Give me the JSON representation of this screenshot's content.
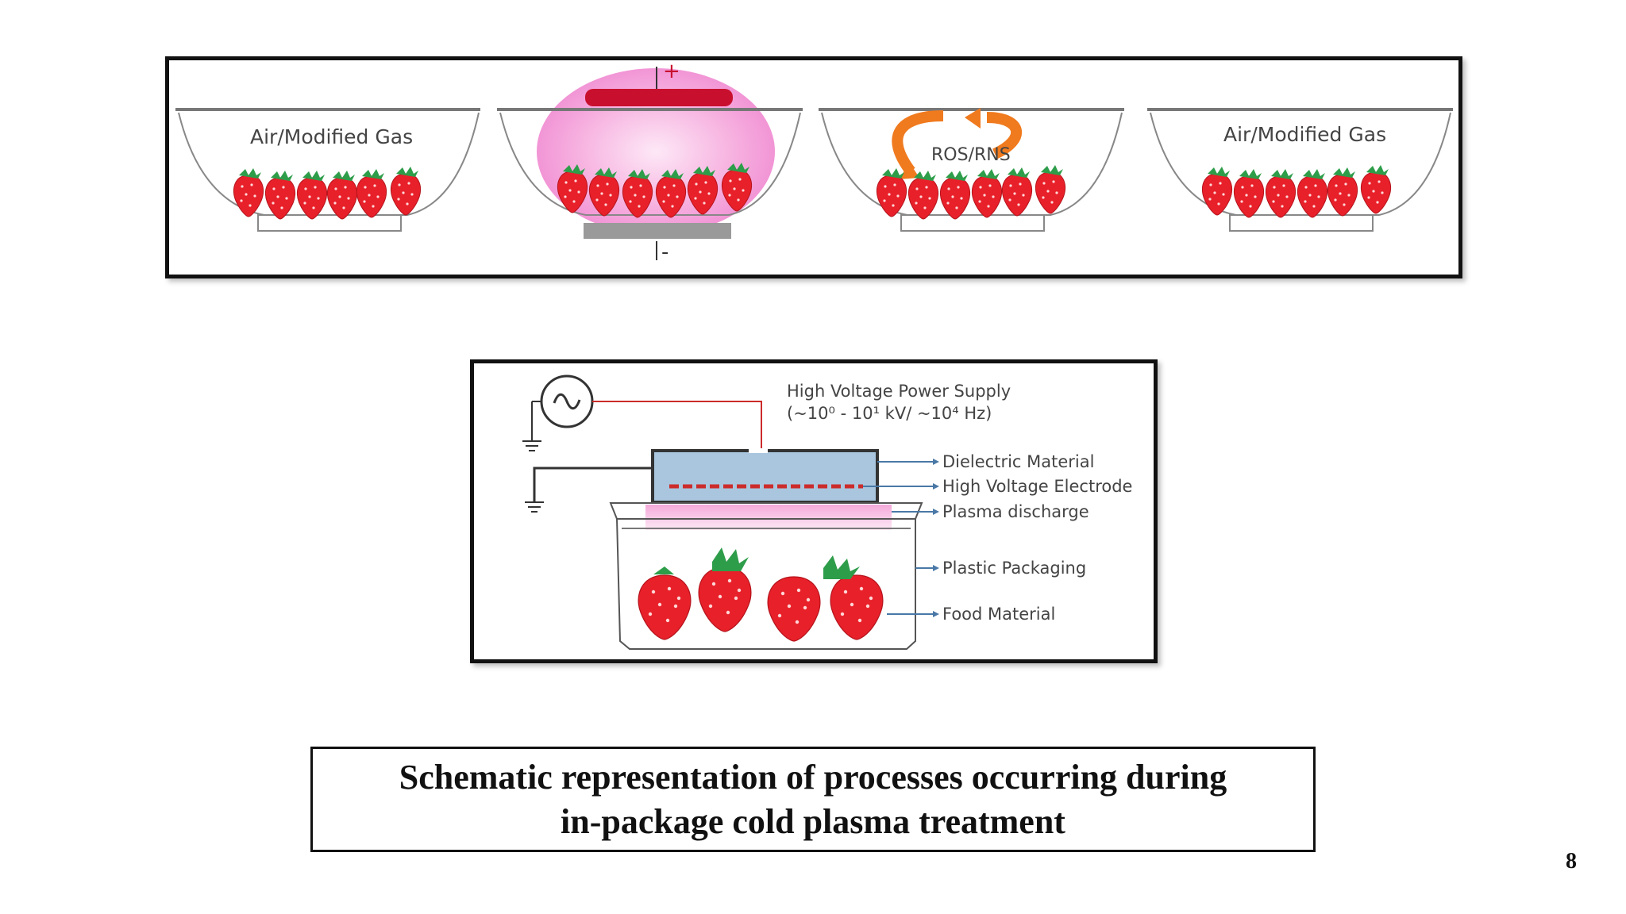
{
  "top_panel": {
    "bowl1_label": "Air/Modified Gas",
    "electrode_positive": "+",
    "electrode_negative": "-",
    "bowl3_label": "ROS/RNS",
    "bowl4_label": "Air/Modified Gas"
  },
  "middle_panel": {
    "power_supply_label": "High Voltage Power Supply",
    "power_supply_range": "(~10⁰ - 10¹ kV/ ~10⁴ Hz)",
    "labels": [
      "Dielectric Material",
      "High Voltage Electrode",
      "Plasma discharge",
      "Plastic Packaging",
      "Food Material"
    ]
  },
  "caption": {
    "line1": "Schematic representation of processes occurring during",
    "line2": "in-package cold plasma treatment"
  },
  "page_number": "8",
  "colors": {
    "strawberry": "#e8202a",
    "leaf": "#2e9d4a",
    "plasma": "#f3a0d6",
    "dielectric": "#a9c6de",
    "electrode": "#cc2b2b",
    "arrow": "#f07a1e"
  }
}
